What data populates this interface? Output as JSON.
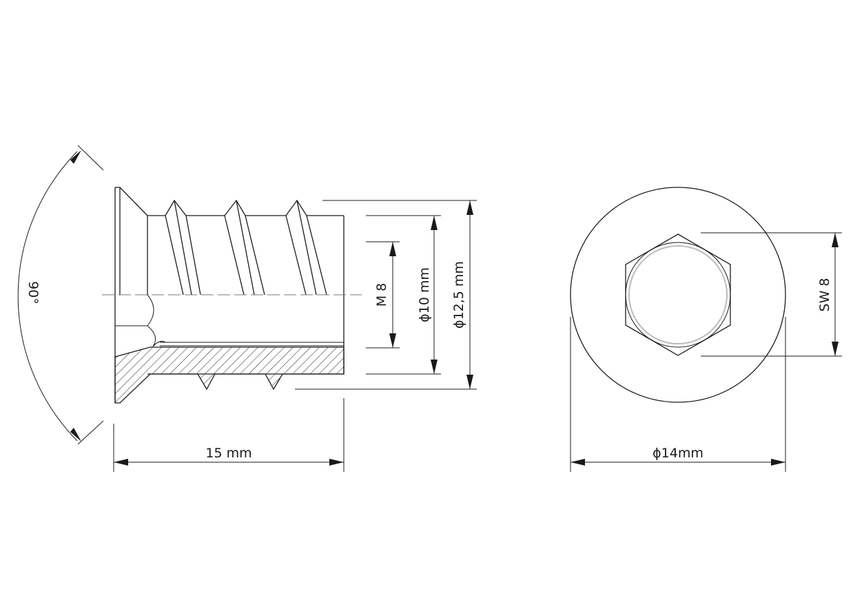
{
  "side_view": {
    "angle_label": "90°",
    "length_label": "15 mm",
    "thread_label": "M 8",
    "inner_diameter_label": "ϕ10 mm",
    "outer_diameter_label": "ϕ12,5 mm"
  },
  "front_view": {
    "wrench_size_label": "SW 8",
    "flange_diameter_label": "ϕ14mm"
  }
}
